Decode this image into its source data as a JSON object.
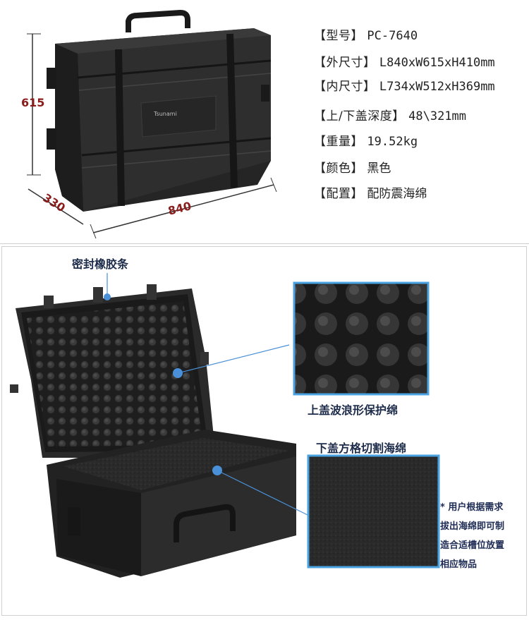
{
  "specs": [
    {
      "key": "【型号】",
      "value": "PC-7640"
    },
    {
      "key": "【外尺寸】",
      "value": "L840xW615xH410mm"
    },
    {
      "key": "【内尺寸】",
      "value": "L734xW512xH369mm"
    },
    {
      "key": "【上/下盖深度】",
      "value": "48\\321mm"
    },
    {
      "key": "【重量】",
      "value": "19.52kg"
    },
    {
      "key": "【颜色】",
      "value": "黑色"
    },
    {
      "key": "【配置】",
      "value": "配防震海绵"
    }
  ],
  "dimensions": {
    "height": "615",
    "depth": "330",
    "length": "840"
  },
  "case_label": "Tsunami",
  "callouts": {
    "seal": "密封橡胶条",
    "lid_foam": "上盖波浪形保护绵",
    "base_foam": "下盖方格切割海绵"
  },
  "note_lines": [
    "* 用户根据需求",
    "拔出海绵即可制",
    "造合适槽位放置",
    "相应物品"
  ],
  "colors": {
    "accent_line": "#4a90d8",
    "dim_label": "#8a1c1c",
    "case": "#2b2b2b"
  }
}
